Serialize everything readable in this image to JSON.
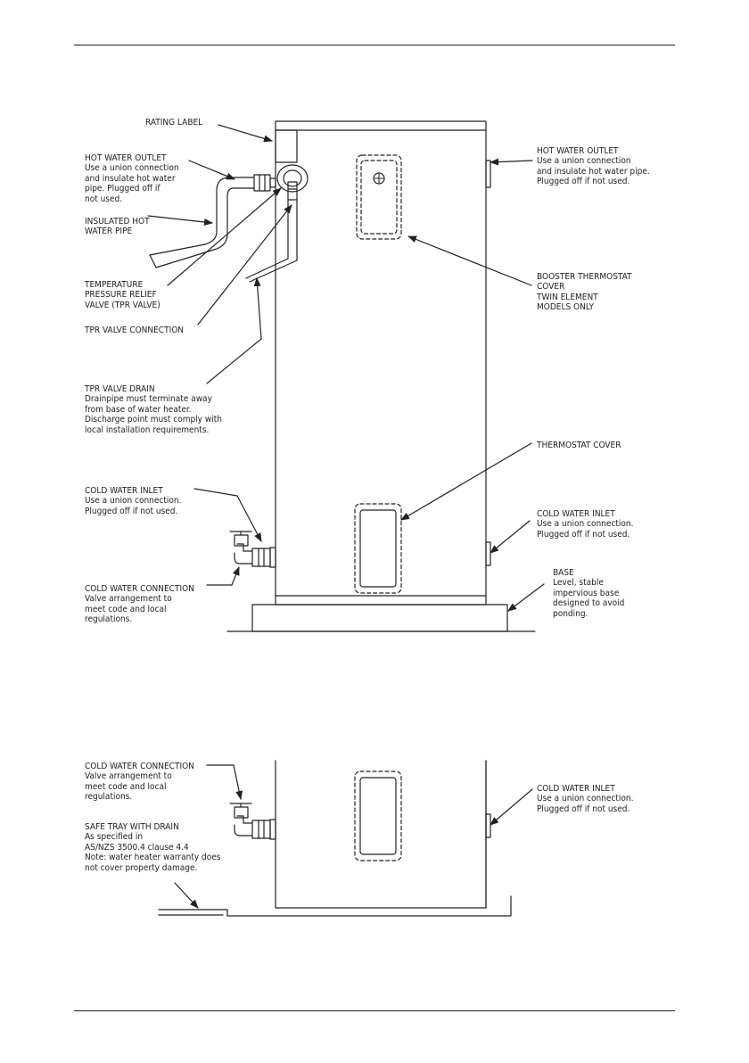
{
  "upper_diagram": {
    "rating_label": "RATING LABEL",
    "hot_outlet_left": {
      "title": "HOT WATER OUTLET",
      "body": "Use a union connection\nand insulate hot water\npipe. Plugged off if\nnot used."
    },
    "insulated_pipe": "INSULATED HOT\nWATER PIPE",
    "tpr_valve": "TEMPERATURE\nPRESSURE RELIEF\nVALVE (TPR VALVE)",
    "tpr_connection": "TPR VALVE CONNECTION",
    "tpr_drain": {
      "title": "TPR VALVE DRAIN",
      "body": "Drainpipe must terminate away\nfrom base of water heater.\nDischarge point must comply with\nlocal installation requirements."
    },
    "cold_inlet_left": {
      "title": "COLD WATER INLET",
      "body": "Use a union connection.\nPlugged off if not used."
    },
    "cold_connection": {
      "title": "COLD WATER CONNECTION",
      "body": "Valve arrangement to\nmeet code and local\nregulations."
    },
    "hot_outlet_right": {
      "title": "HOT WATER OUTLET",
      "body": "Use a union connection\nand insulate hot water pipe.\nPlugged off if not used."
    },
    "booster_cover": "BOOSTER THERMOSTAT\nCOVER\nTWIN ELEMENT\nMODELS ONLY",
    "thermostat_cover": "THERMOSTAT COVER",
    "cold_inlet_right": {
      "title": "COLD WATER INLET",
      "body": "Use a union connection.\nPlugged off if not used."
    },
    "base": {
      "title": "BASE",
      "body": "Level, stable\nimpervious base\ndesigned to avoid\nponding."
    }
  },
  "lower_diagram": {
    "cold_connection": {
      "title": "COLD WATER CONNECTION",
      "body": "Valve arrangement to\nmeet code and local\nregulations."
    },
    "safe_tray": {
      "title": "SAFE TRAY WITH DRAIN",
      "body": "As specified in\nAS/NZS 3500.4 clause 4.4\nNote: water heater warranty does\nnot cover property damage."
    },
    "cold_inlet_right": {
      "title": "COLD WATER INLET",
      "body": "Use a union connection.\nPlugged off if not used."
    }
  }
}
